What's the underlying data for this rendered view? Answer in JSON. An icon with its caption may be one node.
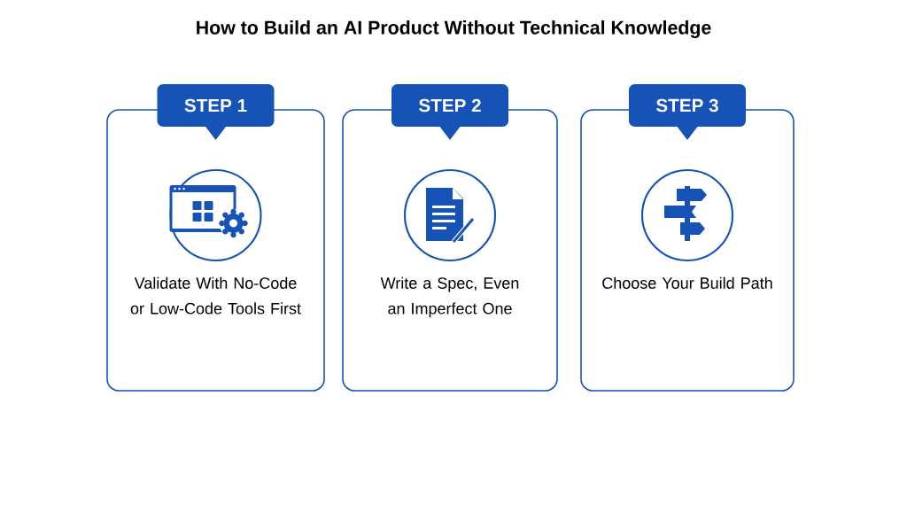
{
  "diagram": {
    "title": "How to Build an AI Product Without Technical Knowledge",
    "nodes": [
      {
        "text": [
          "STEP 1",
          "Validate With No-Code or Low-Code Tools First"
        ]
      },
      {
        "text": [
          "STEP 2",
          "Write a Spec, Even an Imperfect One"
        ]
      },
      {
        "text": [
          "STEP 3",
          "Choose Your Build Path"
        ]
      }
    ]
  }
}
